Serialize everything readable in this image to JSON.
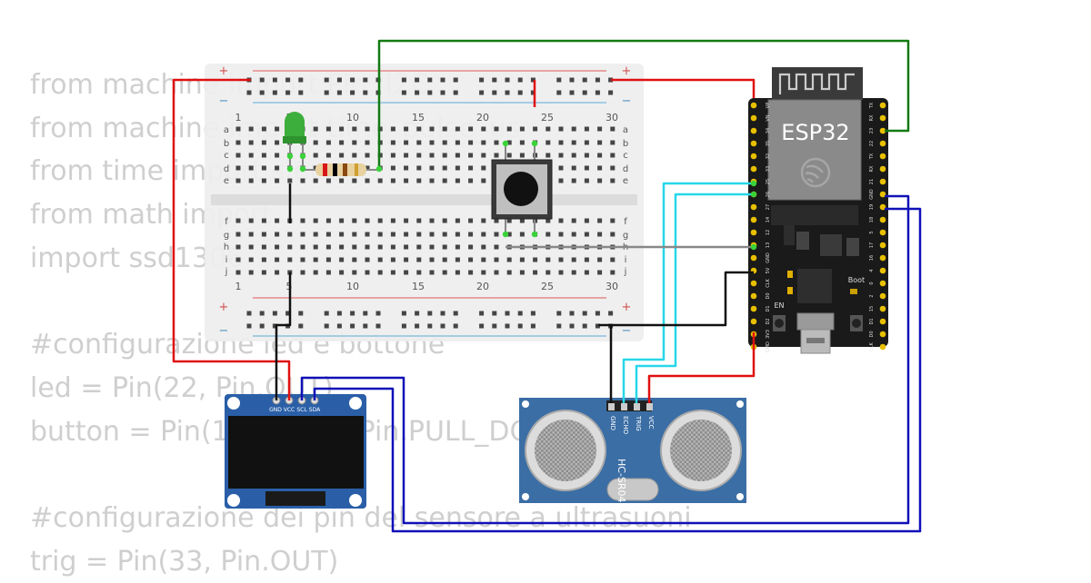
{
  "code_lines": [
    "from machine import Pin, I2C",
    "from machine import time_pulse_us",
    "from time import sleep",
    "from math import",
    "import ssd1306",
    "",
    "#configurazione led e bottone",
    "led = Pin(22, Pin.OUT)",
    "button = Pin(1,   Pin.IN, Pin.PULL_DOWN)",
    "",
    "#configurazione dei pin del sensore a ultrasuoni",
    "trig = Pin(33, Pin.OUT)"
  ],
  "breadboard": {
    "plus": "+",
    "minus": "−",
    "col_numbers": [
      "1",
      "5",
      "10",
      "15",
      "20",
      "25",
      "30"
    ],
    "rows_top": [
      "a",
      "b",
      "c",
      "d",
      "e"
    ],
    "rows_bottom": [
      "f",
      "g",
      "h",
      "i",
      "j"
    ]
  },
  "esp32": {
    "label": "ESP32",
    "left_pins": [
      "VP",
      "VN",
      "34",
      "35",
      "32",
      "33",
      "25",
      "26",
      "27",
      "14",
      "12",
      "13",
      "GND",
      "5V",
      "CLK",
      "D0",
      "D1",
      "D2",
      "3V3",
      "CMD"
    ],
    "right_pins": [
      "TX",
      "RX",
      "23",
      "22",
      "TX",
      "RX",
      "21",
      "GND",
      "19",
      "18",
      "5",
      "17",
      "16",
      "4",
      "0",
      "2",
      "15",
      "D1",
      "D0",
      "CLK"
    ],
    "en_label": "EN",
    "boot_label": "Boot"
  },
  "oled": {
    "pins": [
      "GND",
      "VCC",
      "SCL",
      "SDA"
    ]
  },
  "sensor": {
    "pins": [
      "GND",
      "ECHO",
      "TRIG",
      "VCC"
    ],
    "model": "HC-SR04"
  },
  "colors": {
    "wire_red": "#e01010",
    "wire_green": "#127a12",
    "wire_cyan": "#26d7e8",
    "wire_blue": "#1010b8",
    "wire_black": "#111111",
    "wire_gray": "#888888",
    "board_black": "#1a1a1a",
    "oled_blue": "#2a5fa8",
    "sensor_blue": "#3b6ea5"
  }
}
